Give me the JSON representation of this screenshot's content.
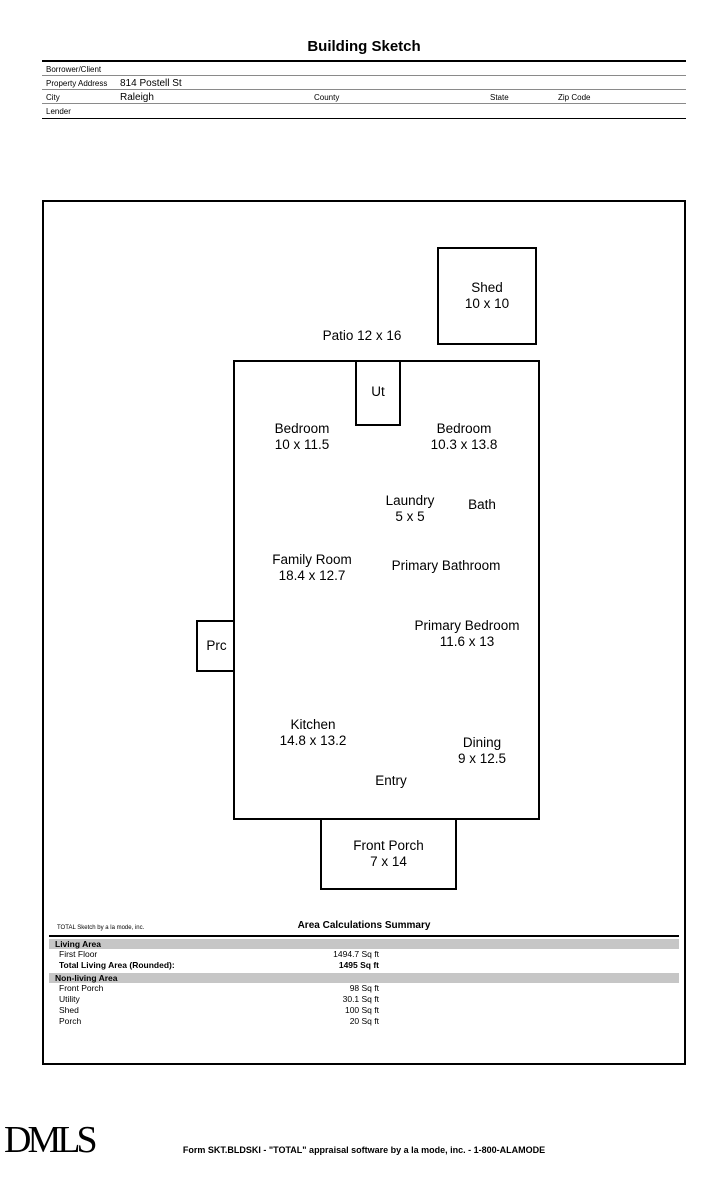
{
  "page": {
    "title": "Building Sketch"
  },
  "form": {
    "borrower_label": "Borrower/Client",
    "property_address_label": "Property Address",
    "property_address_value": "814 Postell St",
    "city_label": "City",
    "city_value": "Raleigh",
    "county_label": "County",
    "state_label": "State",
    "zip_label": "Zip Code",
    "lender_label": "Lender"
  },
  "sketch": {
    "shed": {
      "name": "Shed",
      "dims": "10 x 10"
    },
    "patio": "Patio 12 x 16",
    "ut": "Ut",
    "prc": "Prc",
    "bedroom1": {
      "name": "Bedroom",
      "dims": "10 x 11.5"
    },
    "bedroom2": {
      "name": "Bedroom",
      "dims": "10.3 x 13.8"
    },
    "laundry": {
      "name": "Laundry",
      "dims": "5 x 5"
    },
    "bath": "Bath",
    "family_room": {
      "name": "Family Room",
      "dims": "18.4 x 12.7"
    },
    "primary_bathroom": "Primary Bathroom",
    "primary_bedroom": {
      "name": "Primary Bedroom",
      "dims": "11.6 x 13"
    },
    "kitchen": {
      "name": "Kitchen",
      "dims": "14.8 x 13.2"
    },
    "dining": {
      "name": "Dining",
      "dims": "9 x 12.5"
    },
    "entry": "Entry",
    "front_porch": {
      "name": "Front Porch",
      "dims": "7 x 14"
    }
  },
  "summary": {
    "credit": "TOTAL Sketch by a la mode, inc.",
    "title": "Area Calculations Summary",
    "living_header": "Living Area",
    "rows_living": [
      {
        "label": "First Floor",
        "value": "1494.7 Sq ft"
      },
      {
        "label": "Total Living Area (Rounded):",
        "value": "1495 Sq ft"
      }
    ],
    "nonliving_header": "Non-living Area",
    "rows_nonliving": [
      {
        "label": "Front Porch",
        "value": "98 Sq ft"
      },
      {
        "label": "Utility",
        "value": "30.1 Sq ft"
      },
      {
        "label": "Shed",
        "value": "100 Sq ft"
      },
      {
        "label": "Porch",
        "value": "20 Sq ft"
      }
    ]
  },
  "footer": {
    "logo": "DMLS",
    "text": "Form SKT.BLDSKI - \"TOTAL\" appraisal software by a la mode, inc. - 1-800-ALAMODE"
  }
}
